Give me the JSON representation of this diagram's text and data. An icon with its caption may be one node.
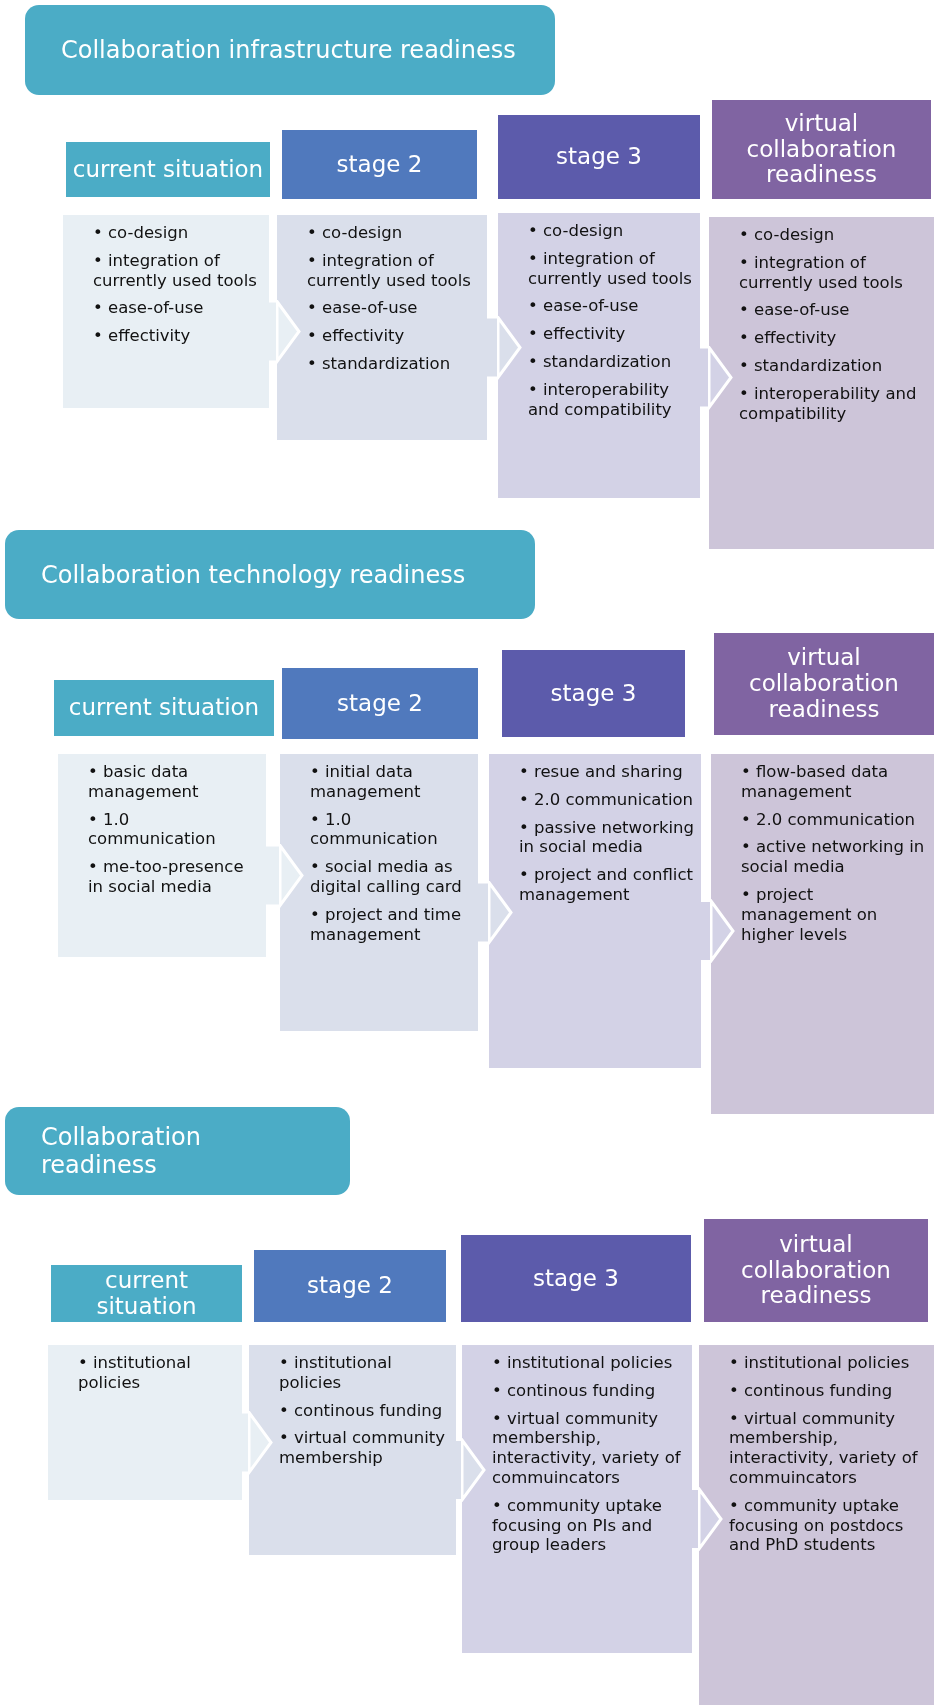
{
  "diagram": {
    "nodes": [
      {
        "text": [
          "Collaboration infrastructure readiness"
        ]
      },
      {
        "text": [
          "current situation"
        ]
      },
      {
        "text": [
          "stage 2"
        ]
      },
      {
        "text": [
          "stage 3"
        ]
      },
      {
        "text": [
          "virtual collaboration readiness"
        ]
      },
      {
        "text": [
          "• co-design",
          "• integration of currently used tools",
          "• ease-of-use",
          "• effectivity"
        ]
      },
      {
        "text": [
          "• co-design",
          "• integration of currently used tools",
          "• ease-of-use",
          "• effectivity",
          "• standardization"
        ]
      },
      {
        "text": [
          "• co-design",
          "• integration of currently used tools",
          "• ease-of-use",
          "• effectivity",
          "• standardization",
          "• interoperability and compatibility"
        ]
      },
      {
        "text": [
          "• co-design",
          "• integration of currently used tools",
          "• ease-of-use",
          "• effectivity",
          "• standardization",
          "• interoperability and compatibility"
        ]
      },
      {
        "text": [
          "Collaboration technology readiness"
        ]
      },
      {
        "text": [
          "current situation"
        ]
      },
      {
        "text": [
          "stage 2"
        ]
      },
      {
        "text": [
          "stage 3"
        ]
      },
      {
        "text": [
          "virtual collaboration readiness"
        ]
      },
      {
        "text": [
          "• basic data management",
          "• 1.0 communication",
          "• me-too-presence in social media"
        ]
      },
      {
        "text": [
          "• initial data management",
          "• 1.0 communication",
          "• social media as digital calling card",
          "• project and time management"
        ]
      },
      {
        "text": [
          "• resue and sharing",
          "• 2.0 communication",
          "• passive networking in social media",
          "• project and conflict management"
        ]
      },
      {
        "text": [
          "• flow-based data management",
          "• 2.0 communication",
          "• active networking in social media",
          "• project management on higher levels"
        ]
      },
      {
        "text": [
          "Collaboration readiness"
        ]
      },
      {
        "text": [
          "current situation"
        ]
      },
      {
        "text": [
          "stage 2"
        ]
      },
      {
        "text": [
          "stage 3"
        ]
      },
      {
        "text": [
          "virtual collaboration readiness"
        ]
      },
      {
        "text": [
          "• institutional policies"
        ]
      },
      {
        "text": [
          "• institutional policies",
          "• continous funding",
          "• virtual community membership"
        ]
      },
      {
        "text": [
          "• institutional policies",
          "• continous funding",
          "• virtual community membership, interactivity, variety of commuincators",
          "• community uptake focusing on PIs and group leaders"
        ]
      },
      {
        "text": [
          "• institutional policies",
          "• continous funding",
          "• virtual community membership, interactivity, variety of commuincators",
          "• community uptake focusing on postdocs and PhD students"
        ]
      }
    ],
    "edges": [
      {
        "from": 5,
        "to": 6,
        "arrow": "to"
      },
      {
        "from": 6,
        "to": 7,
        "arrow": "to"
      },
      {
        "from": 7,
        "to": 8,
        "arrow": "to"
      },
      {
        "from": 14,
        "to": 15,
        "arrow": "to"
      },
      {
        "from": 15,
        "to": 16,
        "arrow": "to"
      },
      {
        "from": 16,
        "to": 17,
        "arrow": "to"
      },
      {
        "from": 23,
        "to": 24,
        "arrow": "to"
      },
      {
        "from": 24,
        "to": 25,
        "arrow": "to"
      },
      {
        "from": 25,
        "to": 26,
        "arrow": "to"
      }
    ]
  }
}
